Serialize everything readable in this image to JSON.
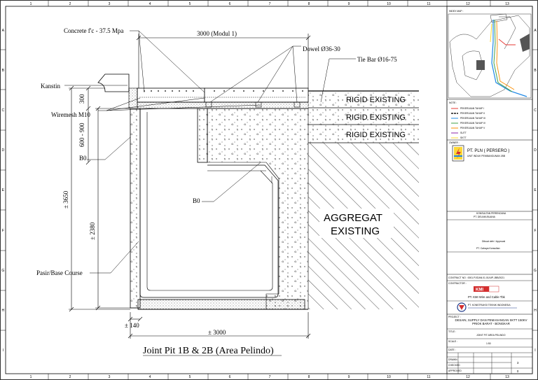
{
  "drawing": {
    "title": "Joint Pit 1B & 2B (Area Pelindo)",
    "labels": {
      "concrete": "Concrete f'c - 37.5 Mpa",
      "module": "3000 (Modul 1)",
      "dowel": "Dowel Ø36-30",
      "tiebar": "Tie Bar Ø16-75",
      "kanstin": "Kanstin",
      "wiremesh": "Wiremesh M10",
      "b0_left": "B0",
      "b0_right": "B0",
      "dim_300": "300",
      "dim_600_900": "600 - 900",
      "dim_3650": "± 3650",
      "dim_2380": "± 2380",
      "pasir": "Pasir/Base Course",
      "dim_140": "± 140",
      "dim_3000": "± 3000",
      "rigid1": "RIGID EXISTING",
      "rigid2": "RIGID EXISTING",
      "rigid3": "RIGID EXISTING",
      "aggregat1": "AGGREGAT",
      "aggregat2": "EXISTING"
    },
    "grid_cols": [
      "1",
      "2",
      "3",
      "4",
      "5",
      "6",
      "7",
      "8",
      "9",
      "10",
      "11",
      "12",
      "13"
    ],
    "grid_rows": [
      "A",
      "B",
      "C",
      "D",
      "E",
      "F",
      "G",
      "H",
      "I"
    ]
  },
  "title_block": {
    "index_map": "INDEX MAP :",
    "note_label": "NOTE :",
    "legend": [
      {
        "text": "PEKERJAAN TAHAP I",
        "color": "#e53935"
      },
      {
        "text": "PEKERJAAN TAHAP II",
        "color": "#1a1a1a"
      },
      {
        "text": "PEKERJAAN TAHAP III",
        "color": "#1e88e5"
      },
      {
        "text": "PEKERJAAN TAHAP IV",
        "color": "#43a047"
      },
      {
        "text": "PEKERJAAN TAHAP V",
        "color": "#fb8c00"
      },
      {
        "text": "SUTT",
        "color": "#8e24aa"
      },
      {
        "text": "SKTT",
        "color": "#fdd835"
      }
    ],
    "owner_label": "OWNER :",
    "owner_name": "PT. PLN ( PERSERO )",
    "owner_sub": "UNIT INDUK PEMBANGUNAN JBB",
    "consultant_label": "KONSULTAN PERENCANA",
    "consultant_name": "PT. DELIMA BUANA",
    "approval_label": "Dibuat oleh / Approval",
    "approval_name": "PT. Cahaya Konsultan",
    "contract_no": "CONTRACT NO : 0001.PJ/DAN.01.01/UIP-JBB/2021",
    "contractor_label": "CONTRACTOR :",
    "contractor_name": "PT. KMI Wire and Cable Tbk",
    "contractor2": "PT. KONSTRUKSI TEKNIK INDONESIA",
    "project_label": "PROJECT :",
    "project_name": "DESAIN, SUPPLY DAN PEMASANGAN SKTT 150KV PRIOK BARAT - BONGKAR",
    "title_label": "TITLE :",
    "title_value": "JOINT PIT AREA PELINDO",
    "scale_label": "SCALE :",
    "scale_value": "1:50",
    "date_label": "DATE : ",
    "drawn": "DRAWN",
    "checked": "CHECKED",
    "approved": "APPROVED",
    "sheet_no": "3",
    "rev": "0"
  },
  "colors": {
    "line": "#000000",
    "hatch": "#333333",
    "red": "#d32f2f"
  }
}
